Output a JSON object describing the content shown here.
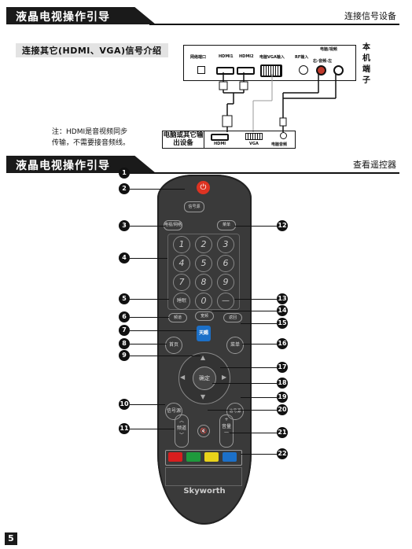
{
  "header1": {
    "title": "液晶电视操作引导",
    "right": "连接信号设备"
  },
  "section": {
    "title": "连接其它(HDMI、VGA)信号介绍"
  },
  "tv_panel": {
    "ports": [
      "网络端口",
      "HDMI1",
      "HDMI2",
      "电脑VGA输入",
      "RF输入"
    ],
    "audio_label_top": "电脑/视频",
    "audio_label_bottom": "右-音频-左",
    "side_label": [
      "本",
      "机",
      "端",
      "子"
    ]
  },
  "source_device": {
    "label": "电脑或其它输出设备",
    "ports": [
      "HDMI",
      "VGA",
      "电脑音频"
    ]
  },
  "note": [
    "注：HDMI是音视频同步",
    "传输，不需要接音频线。"
  ],
  "header2": {
    "title": "液晶电视操作引导",
    "right": "查看遥控器"
  },
  "remote": {
    "brand": "Skyworth",
    "keys": {
      "mode": "电视/网络",
      "signal": "信号源",
      "menu": "菜单",
      "digits": [
        "1",
        "2",
        "3",
        "4",
        "5",
        "6",
        "7",
        "8",
        "9",
        "0"
      ],
      "dash": "—",
      "sleep": "睡眠",
      "channel_up": "频道",
      "wide": "宽频",
      "tianci": "天赐",
      "home": "首页",
      "back": "返回",
      "ok": "确定",
      "info": "菜单",
      "exit": "信号源",
      "channel": "频道",
      "volume": "音量",
      "mute": "静音"
    },
    "colors": [
      "#d81e1e",
      "#1e9a3c",
      "#e8d21a",
      "#1c70c8"
    ]
  },
  "callouts": [
    "1",
    "2",
    "3",
    "4",
    "5",
    "6",
    "7",
    "8",
    "9",
    "10",
    "11",
    "12",
    "13",
    "14",
    "15",
    "16",
    "17",
    "18",
    "19",
    "20",
    "21",
    "22"
  ],
  "page_number": "5"
}
